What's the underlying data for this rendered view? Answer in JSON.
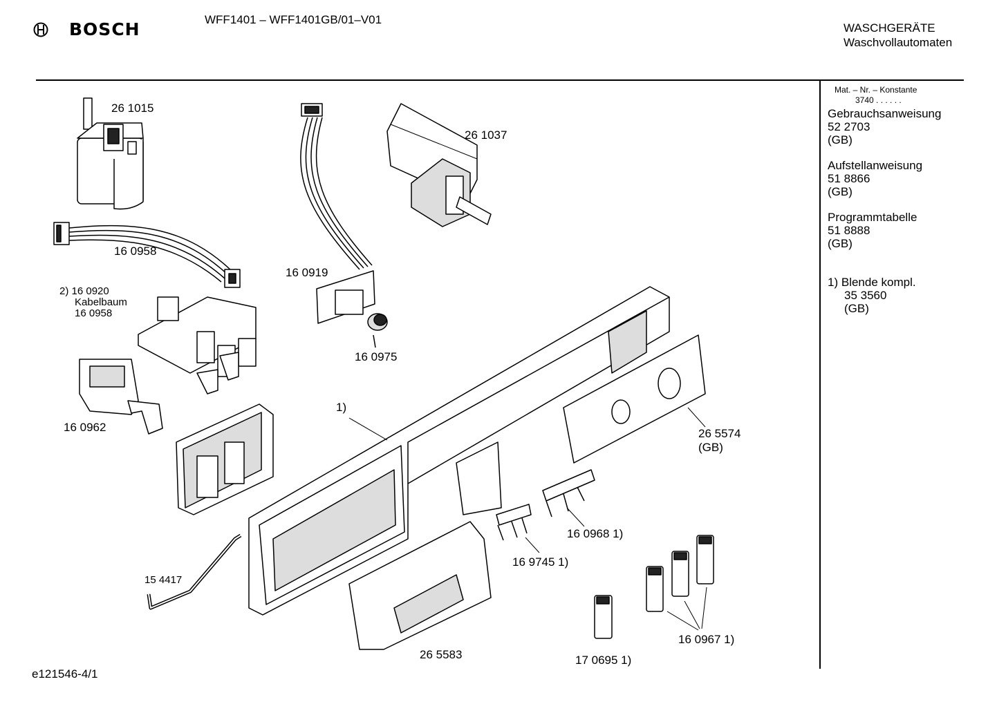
{
  "header": {
    "brand": "BOSCH",
    "model": "WFF1401 – WFF1401GB/01–V01",
    "category": "WASCHGERÄTE",
    "subcategory": "Waschvollautomaten"
  },
  "sidebar": {
    "mat_header": "Mat. – Nr. – Konstante",
    "mat_value": "3740 . . . . . .",
    "docs": [
      {
        "title": "Gebrauchsanweisung",
        "number": "52 2703",
        "region": "(GB)"
      },
      {
        "title": "Aufstellanweisung",
        "number": "51 8866",
        "region": "(GB)"
      },
      {
        "title": "Programmtabelle",
        "number": "51 8888",
        "region": "(GB)"
      }
    ],
    "note": {
      "marker": "1)",
      "title": "Blende kompl.",
      "number": "35 3560",
      "region": "(GB)"
    }
  },
  "parts": {
    "p261015": "26 1015",
    "p160958": "16 0958",
    "p160920_line1": "2) 16 0920",
    "p160920_line2": "Kabelbaum",
    "p160920_line3": "16 0958",
    "p160962": "16 0962",
    "p160919": "16 0919",
    "p160975": "16 0975",
    "p261037": "26 1037",
    "p1": "1)",
    "p265574_line1": "26 5574",
    "p265574_line2": "(GB)",
    "p160968": "16 0968 1)",
    "p169745": "16 9745 1)",
    "p154417": "15 4417",
    "p265583": "26 5583",
    "p170695": "17 0695 1)",
    "p160967": "16 0967 1)"
  },
  "footer": {
    "drawing_id": "e121546-4/1"
  }
}
